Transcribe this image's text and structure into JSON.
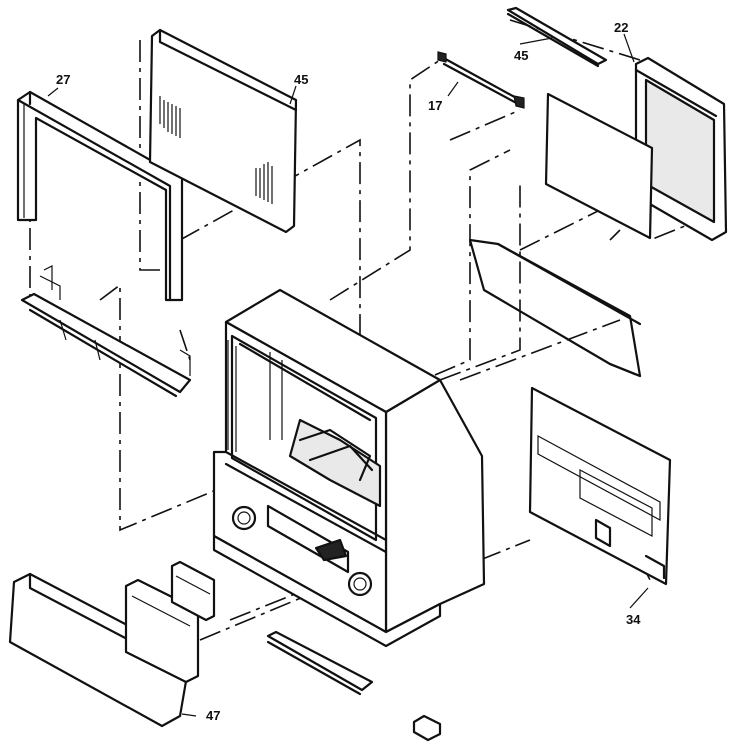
{
  "callouts": {
    "c27": "27",
    "c45a": "45",
    "c17": "17",
    "c45b": "45",
    "c22": "22",
    "c34": "34",
    "c47": "47"
  }
}
